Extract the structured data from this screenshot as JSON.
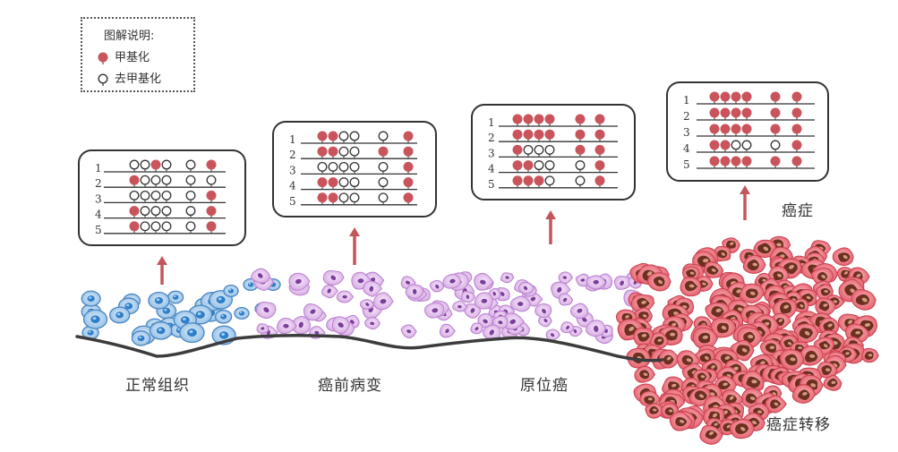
{
  "legend": {
    "title": "图解说明:",
    "methylated": "甲基化",
    "demethylated": "去甲基化"
  },
  "colors": {
    "methyl": "#c9545b",
    "normal_cell": "#5b9bd6",
    "precancer_cell": "#cfa0dc",
    "cancer_cell": "#e55a68",
    "arrow": "#c2575b",
    "tissue_line": "#3c3c3c"
  },
  "stages": [
    {
      "label": "正常组织",
      "rows": [
        {
          "n": "1",
          "m": [
            0,
            0,
            1,
            0,
            0,
            1
          ]
        },
        {
          "n": "2",
          "m": [
            1,
            0,
            0,
            0,
            0,
            0
          ]
        },
        {
          "n": "3",
          "m": [
            0,
            0,
            0,
            0,
            0,
            1
          ]
        },
        {
          "n": "4",
          "m": [
            1,
            0,
            0,
            0,
            0,
            1
          ]
        },
        {
          "n": "5",
          "m": [
            1,
            0,
            0,
            0,
            0,
            1
          ]
        }
      ]
    },
    {
      "label": "癌前病变",
      "rows": [
        {
          "n": "1",
          "m": [
            1,
            1,
            0,
            0,
            0,
            1
          ]
        },
        {
          "n": "2",
          "m": [
            1,
            1,
            0,
            0,
            1,
            1
          ]
        },
        {
          "n": "3",
          "m": [
            0,
            0,
            0,
            0,
            0,
            1
          ]
        },
        {
          "n": "4",
          "m": [
            1,
            1,
            0,
            0,
            0,
            1
          ]
        },
        {
          "n": "5",
          "m": [
            1,
            1,
            0,
            0,
            0,
            1
          ]
        }
      ]
    },
    {
      "label": "原位癌",
      "rows": [
        {
          "n": "1",
          "m": [
            1,
            1,
            1,
            1,
            1,
            1
          ]
        },
        {
          "n": "2",
          "m": [
            1,
            1,
            1,
            1,
            1,
            1
          ]
        },
        {
          "n": "3",
          "m": [
            1,
            0,
            0,
            0,
            1,
            1
          ]
        },
        {
          "n": "4",
          "m": [
            1,
            1,
            0,
            0,
            0,
            1
          ]
        },
        {
          "n": "5",
          "m": [
            1,
            1,
            1,
            0,
            0,
            1
          ]
        }
      ]
    },
    {
      "label": "癌症",
      "rows": [
        {
          "n": "1",
          "m": [
            1,
            1,
            1,
            1,
            1,
            1
          ]
        },
        {
          "n": "2",
          "m": [
            1,
            1,
            1,
            1,
            1,
            1
          ]
        },
        {
          "n": "3",
          "m": [
            1,
            1,
            1,
            1,
            1,
            1
          ]
        },
        {
          "n": "4",
          "m": [
            1,
            1,
            0,
            0,
            0,
            1
          ]
        },
        {
          "n": "5",
          "m": [
            1,
            1,
            1,
            1,
            1,
            1
          ]
        }
      ]
    }
  ],
  "metastasis_label": "癌症转移"
}
